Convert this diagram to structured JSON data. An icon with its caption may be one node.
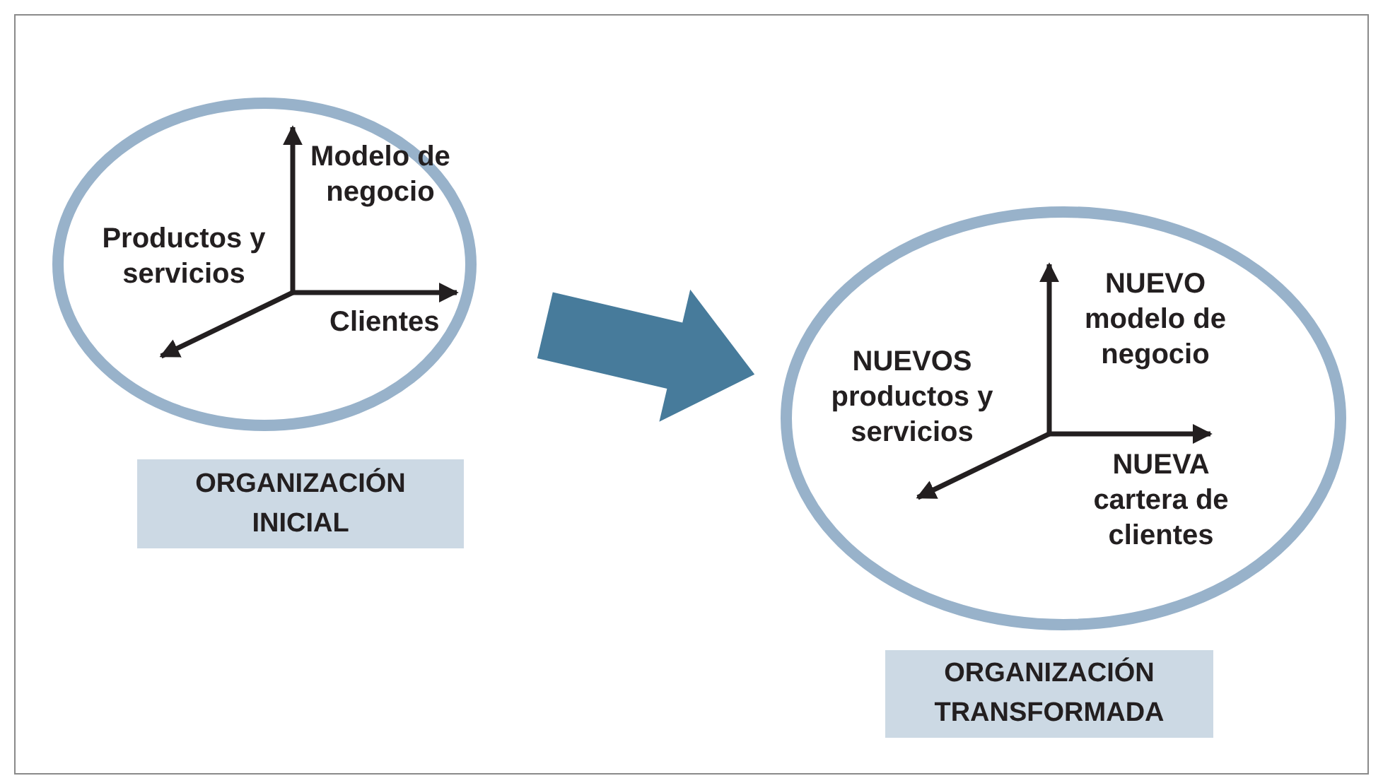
{
  "diagram": {
    "nodes": [
      {
        "text": [
          "Modelo de negocio",
          "Productos y servicios",
          "Clientes"
        ]
      },
      {
        "text": [
          "ORGANIZACIÓN INICIAL"
        ]
      },
      {
        "text": [
          "NUEVO modelo de negocio",
          "NUEVOS productos y servicios",
          "NUEVA cartera de clientes"
        ]
      },
      {
        "text": [
          "ORGANIZACIÓN TRANSFORMADA"
        ]
      }
    ],
    "edges": [
      {
        "from": 0,
        "to": 2,
        "arrow": "to",
        "style": "thick",
        "color": "#477b9b"
      }
    ]
  }
}
